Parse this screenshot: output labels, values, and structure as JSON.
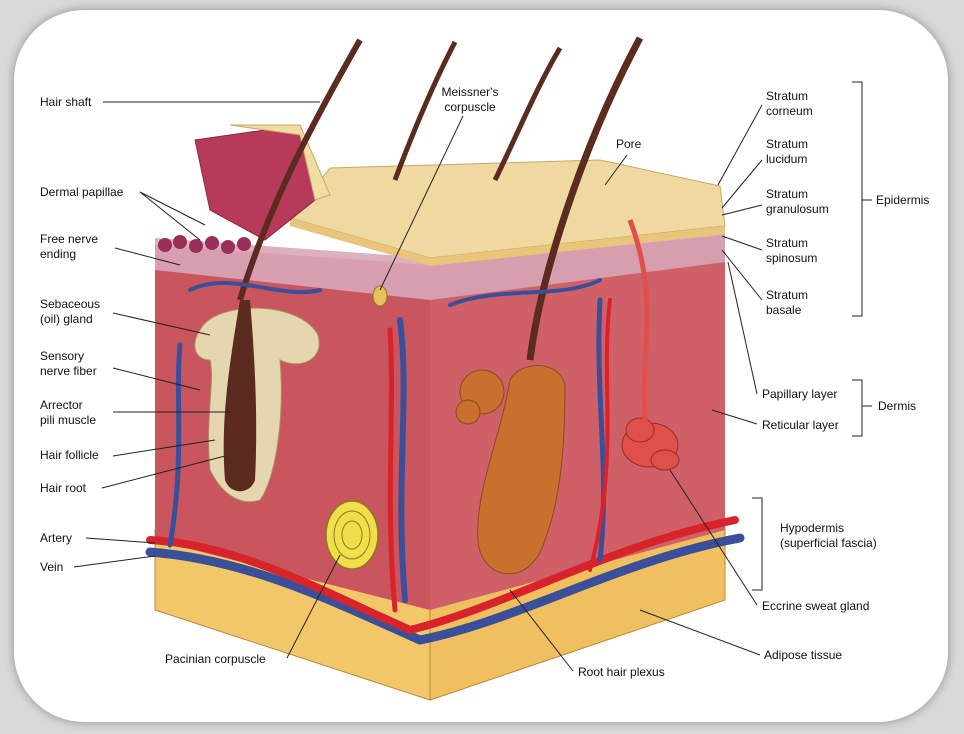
{
  "labels_left": {
    "hair_shaft": "Hair shaft",
    "dermal_papillae": "Dermal papillae",
    "free_nerve_ending": "Free nerve\nending",
    "sebaceous_gland": "Sebaceous\n(oil) gland",
    "sensory_nerve_fiber": "Sensory\nnerve fiber",
    "arrector_pili": "Arrector\npili muscle",
    "hair_follicle": "Hair follicle",
    "hair_root": "Hair root",
    "artery": "Artery",
    "vein": "Vein"
  },
  "labels_top": {
    "meissners_corpuscle": "Meissner's\ncorpuscle",
    "pore": "Pore"
  },
  "labels_right": {
    "stratum_corneum": "Stratum\ncorneum",
    "stratum_lucidum": "Stratum\nlucidum",
    "stratum_granulosum": "Stratum\ngranulosum",
    "stratum_spinosum": "Stratum\nspinosum",
    "stratum_basale": "Stratum\nbasale",
    "epidermis": "Epidermis",
    "papillary_layer": "Papillary layer",
    "reticular_layer": "Reticular layer",
    "dermis": "Dermis",
    "hypodermis": "Hypodermis\n(superficial fascia)",
    "eccrine_sweat_gland": "Eccrine sweat gland",
    "adipose_tissue": "Adipose tissue"
  },
  "labels_bottom": {
    "pacinian_corpuscle": "Pacinian corpuscle",
    "root_hair_plexus": "Root hair plexus"
  },
  "colors": {
    "dermis": "#c9555e",
    "epidermis_top": "#f0d9a0",
    "artery": "#d8232a",
    "vein": "#3a4f9a",
    "adipose": "#f2c76a",
    "hair": "#5a2b1e"
  }
}
